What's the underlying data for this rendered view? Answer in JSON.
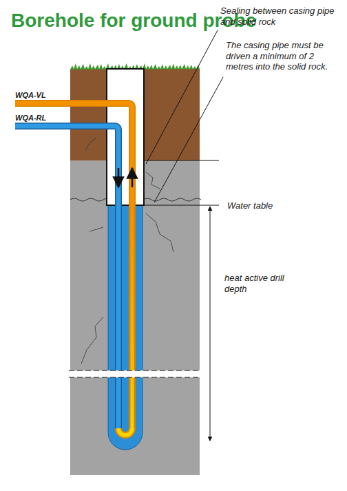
{
  "diagram": {
    "title": "Borehole for ground probe",
    "labels": [
      "WQA-VL",
      "WQA-RL",
      "Sealing between casing pipe and solid rock",
      "The casing pipe must be driven a minimum of 2 metres into the solid rock.",
      "Water table",
      "heat active drill depth"
    ]
  }
}
